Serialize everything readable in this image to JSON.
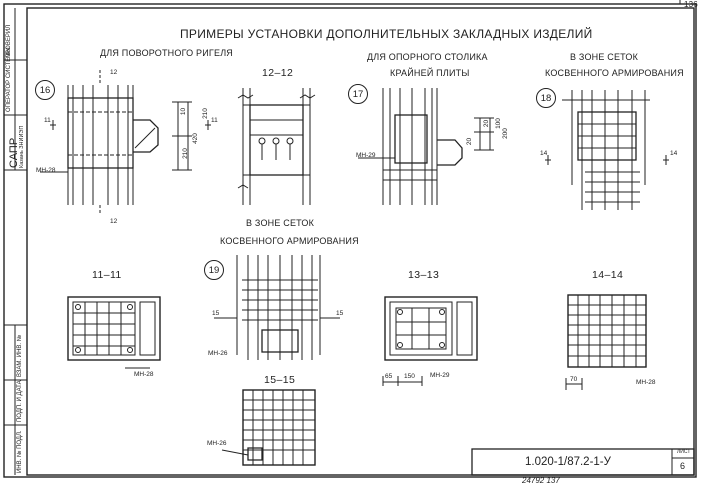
{
  "sheet": {
    "title": "ПРИМЕРЫ УСТАНОВКИ ДОПОЛНИТЕЛЬНЫХ ЗАКЛАДНЫХ ИЗДЕЛИЙ",
    "page_top": "136",
    "designation": "1.020-1/87.2-1-У",
    "sheet_label": "ЛИСТ",
    "sheet_number": "6",
    "bottom_stamp": "24792  137"
  },
  "side_block": {
    "org": "САПР",
    "org_sub": "Казань ЗНИИЭП",
    "operator": "ОПЕРАТОР СИСТЕМЫ",
    "checker": "ПРОВЕРИЛ",
    "cells": [
      "ВЗАМ. ИНВ. №",
      "ПОДП. И ДАТА",
      "ИНВ. № ПОДЛ."
    ]
  },
  "captions": {
    "rigel": "ДЛЯ ПОВОРОТНОГО РИГЕЛЯ",
    "stolik": [
      "ДЛЯ ОПОРНОГО СТОЛИКА",
      "КРАЙНЕЙ ПЛИТЫ"
    ],
    "zone1": [
      "В ЗОНЕ СЕТОК",
      "КОСВЕННОГО АРМИРОВАНИЯ"
    ],
    "zone2": [
      "В ЗОНЕ СЕТОК",
      "КОСВЕННОГО АРМИРОВАНИЯ"
    ]
  },
  "markers": {
    "n16": "16",
    "n17": "17",
    "n18": "18",
    "n19": "19"
  },
  "sections": {
    "s12": "12–12",
    "s11": "11–11",
    "s13": "13–13",
    "s14": "14–14",
    "s15": "15–15"
  },
  "cut_marks": {
    "m11": "11",
    "m12a": "12",
    "m12b": "12",
    "m14a": "14",
    "m14b": "14",
    "m15a": "15",
    "m15b": "15",
    "m11b": "11"
  },
  "embeds": {
    "mn28": "МН-28",
    "mn29": "МН-29",
    "mn26": "МН-26",
    "mn28b": "МН-28",
    "mn29b": "МН-29",
    "mn28c": "МН-28",
    "mn26b": "МН-26"
  },
  "dims": {
    "d16_10": "10",
    "d16_210a": "210",
    "d16_420": "420",
    "d16_210b": "210",
    "d17_20a": "20",
    "d17_100": "100",
    "d17_200": "200",
    "d17_20b": "20",
    "d13_65": "65",
    "d13_150": "150",
    "d14_70": "70"
  }
}
